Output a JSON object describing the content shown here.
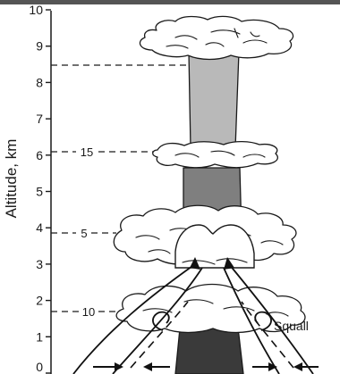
{
  "y_axis": {
    "title": "Altitude, km",
    "ticks": [
      "0",
      "1",
      "2",
      "3",
      "4",
      "5",
      "6",
      "7",
      "8",
      "9",
      "10"
    ]
  },
  "isotherms": [
    {
      "label": "10",
      "altitude_km": 1.8
    },
    {
      "label": "5",
      "altitude_km": 4.0
    },
    {
      "label": "15",
      "altitude_km": 6.3
    },
    {
      "label": "",
      "altitude_km": 8.8
    }
  ],
  "annotations": {
    "squall": "Squall"
  },
  "colors": {
    "column_upper": "#b9b9b9",
    "column_middle": "#7f7f7f",
    "column_lower": "#3a3a3a",
    "cloud_fill": "#ffffff",
    "top_strip": "#555555"
  }
}
